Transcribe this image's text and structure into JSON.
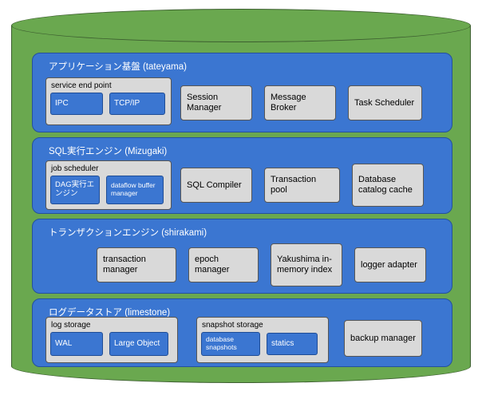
{
  "diagram": {
    "type": "database-architecture-diagram",
    "colors": {
      "cylinder_green": "#6aa84f",
      "layer_blue": "#3b76d1",
      "component_gray": "#d9d9d9",
      "text_on_blue": "#ffffff",
      "text_on_gray": "#000000"
    },
    "layers": [
      {
        "title": "アプリケーション基盤 (tateyama)",
        "groups": [
          {
            "label": "service end point",
            "items": [
              {
                "label": "IPC"
              },
              {
                "label": "TCP/IP"
              }
            ]
          }
        ],
        "components": [
          {
            "label": "Session Manager"
          },
          {
            "label": "Message Broker"
          },
          {
            "label": "Task Scheduler"
          }
        ]
      },
      {
        "title": "SQL実行エンジン (Mizugaki)",
        "groups": [
          {
            "label": "job scheduler",
            "items": [
              {
                "label": "DAG実行エンジン"
              },
              {
                "label": "dataflow buffer manager"
              }
            ]
          }
        ],
        "components": [
          {
            "label": "SQL Compiler"
          },
          {
            "label": "Transaction pool"
          },
          {
            "label": "Database catalog cache"
          }
        ]
      },
      {
        "title": "トランザクションエンジン (shirakami)",
        "groups": [],
        "components": [
          {
            "label": "transaction manager"
          },
          {
            "label": "epoch manager"
          },
          {
            "label": "Yakushima in-memory index"
          },
          {
            "label": "logger adapter"
          }
        ]
      },
      {
        "title": "ログデータストア (limestone)",
        "groups": [
          {
            "label": "log storage",
            "items": [
              {
                "label": "WAL"
              },
              {
                "label": "Large Object"
              }
            ]
          },
          {
            "label": "snapshot storage",
            "items": [
              {
                "label": "database snapshots"
              },
              {
                "label": "statics"
              }
            ]
          }
        ],
        "components": [
          {
            "label": "backup manager"
          }
        ]
      }
    ]
  }
}
